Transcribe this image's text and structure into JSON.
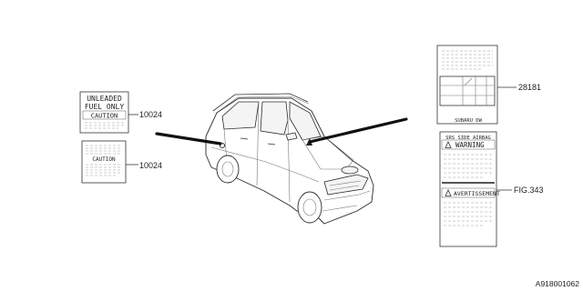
{
  "labels": {
    "fuel": {
      "line1": "UNLEADED",
      "line2": "FUEL ONLY",
      "line3": "CAUTION",
      "part_number": "10024"
    },
    "caution": {
      "title": "CAUTION",
      "part_number": "10024"
    },
    "vin": {
      "footer": "SUBARU DW",
      "part_number": "28181"
    },
    "airbag": {
      "header": "SRS SIDE AIRBAG",
      "warning": "WARNING",
      "avertissement": "AVERTISSEMENT",
      "figure": "FIG.343"
    }
  },
  "diagram_id": "A918001062"
}
